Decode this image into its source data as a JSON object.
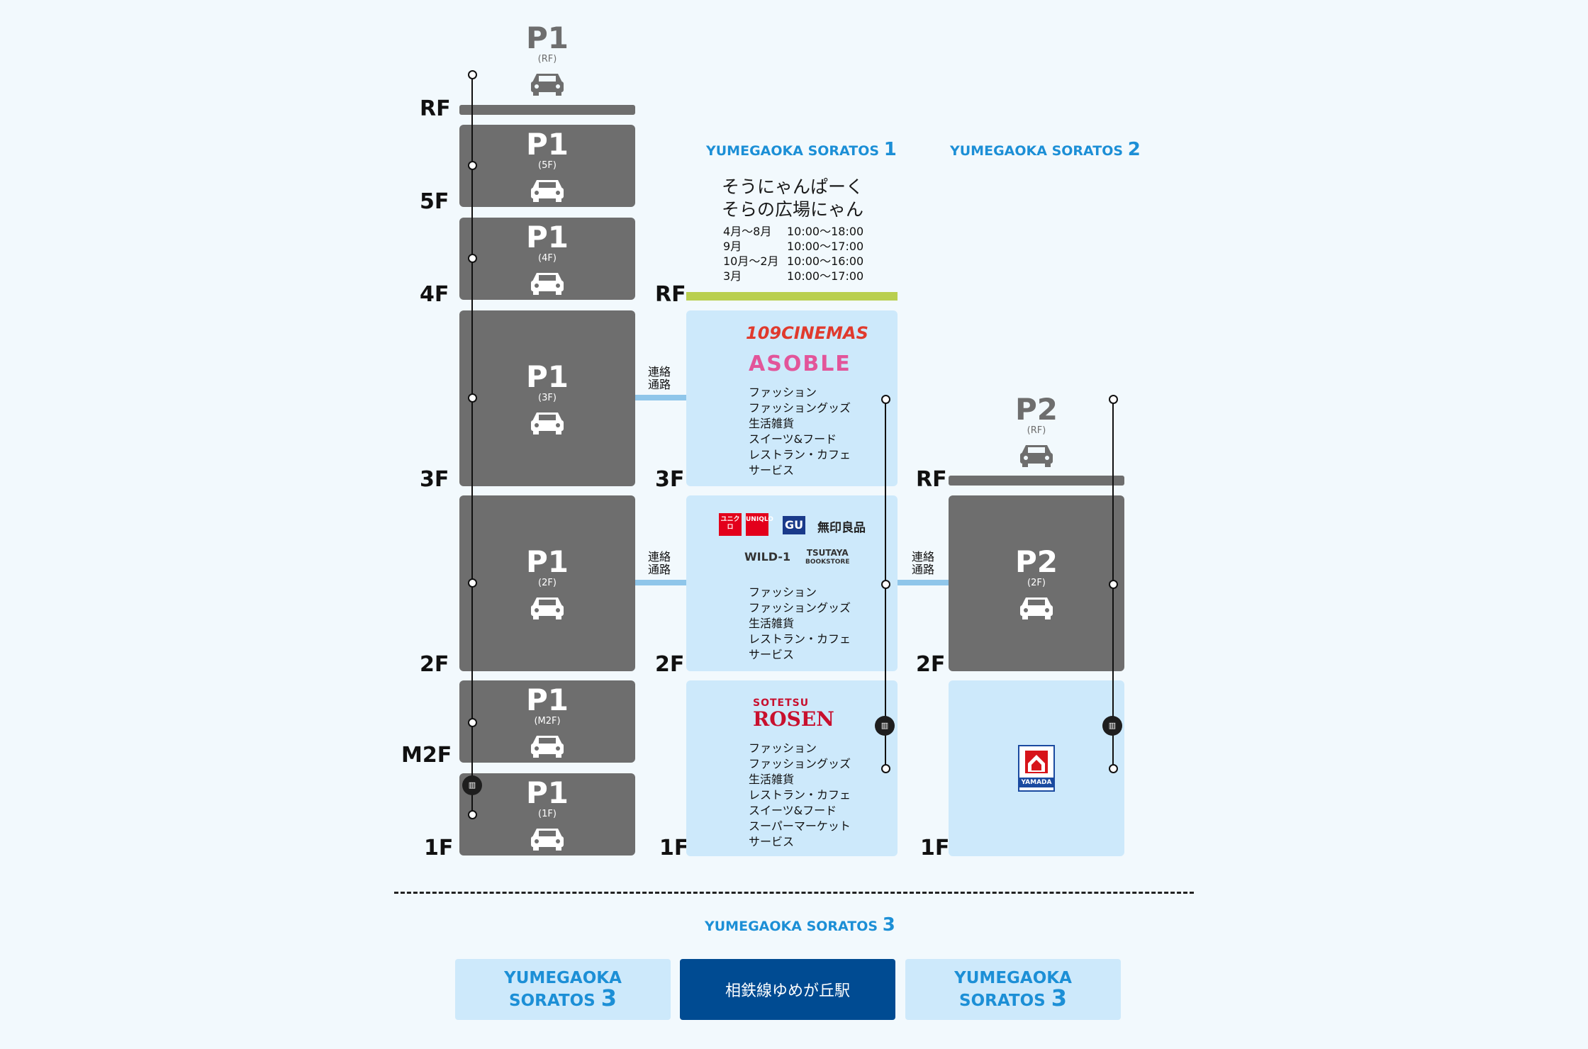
{
  "floor_labels_left": [
    "RF",
    "5F",
    "4F",
    "3F",
    "2F",
    "M2F",
    "1F"
  ],
  "floor_labels_mid": [
    "RF",
    "3F",
    "2F",
    "1F"
  ],
  "floor_labels_right": [
    "RF",
    "2F",
    "1F"
  ],
  "p1": {
    "name": "P1",
    "levels": [
      "(RF)",
      "(5F)",
      "(4F)",
      "(3F)",
      "(2F)",
      "(M2F)",
      "(1F)"
    ]
  },
  "p2": {
    "name": "P2",
    "levels": [
      "(RF)",
      "(2F)"
    ]
  },
  "sections": {
    "s1_text": "YUMEGAOKA SORATOS",
    "s1_num": "1",
    "s2_text": "YUMEGAOKA SORATOS",
    "s2_num": "2",
    "s3_text": "YUMEGAOKA SORATOS",
    "s3_num": "3"
  },
  "rooftop": {
    "title_line1": "そうにゃんぱーく",
    "title_line2": "そらの広場にゃん",
    "hours": [
      {
        "months": "4月〜8月",
        "time": "10:00〜18:00"
      },
      {
        "months": "9月",
        "time": "10:00〜17:00"
      },
      {
        "months": "10月〜2月",
        "time": "10:00〜16:00"
      },
      {
        "months": "3月",
        "time": "10:00〜17:00"
      }
    ]
  },
  "bridge_label": "連絡\n通路",
  "bridge_label_line1": "連絡",
  "bridge_label_line2": "通路",
  "floor3": {
    "logos": [
      "109CINEMAS",
      "ASOBLE"
    ],
    "categories": [
      "ファッション",
      "ファッショングッズ",
      "生活雑貨",
      "スイーツ&フード",
      "レストラン・カフェ",
      "サービス"
    ]
  },
  "floor2": {
    "logos": [
      "ユニクロ",
      "UNIQLO",
      "GU",
      "無印良品",
      "WILD-1",
      "TSUTAYA",
      "BOOKSTORE"
    ],
    "categories": [
      "ファッション",
      "ファッショングッズ",
      "生活雑貨",
      "レストラン・カフェ",
      "サービス"
    ]
  },
  "floor1": {
    "logos": [
      "SOTETSU",
      "ROSEN"
    ],
    "categories": [
      "ファッション",
      "ファッショングッズ",
      "生活雑貨",
      "レストラン・カフェ",
      "スイーツ&フード",
      "スーパーマーケット",
      "サービス"
    ]
  },
  "yamada_logo": "YAMADA",
  "elevator_icon": "elevator-icon",
  "bottom": {
    "left_text": "YUMEGAOKA",
    "left_line2": "SORATOS",
    "left_num": "3",
    "station": "相鉄線ゆめが丘駅",
    "right_text": "YUMEGAOKA",
    "right_line2": "SORATOS",
    "right_num": "3"
  },
  "colors": {
    "parking": "#6e6e6e",
    "mall": "#cde9fb",
    "accent": "#1c8fd6",
    "station": "#004b92",
    "roof_green": "#b9cf4f",
    "bridge": "#8fc6ea"
  }
}
